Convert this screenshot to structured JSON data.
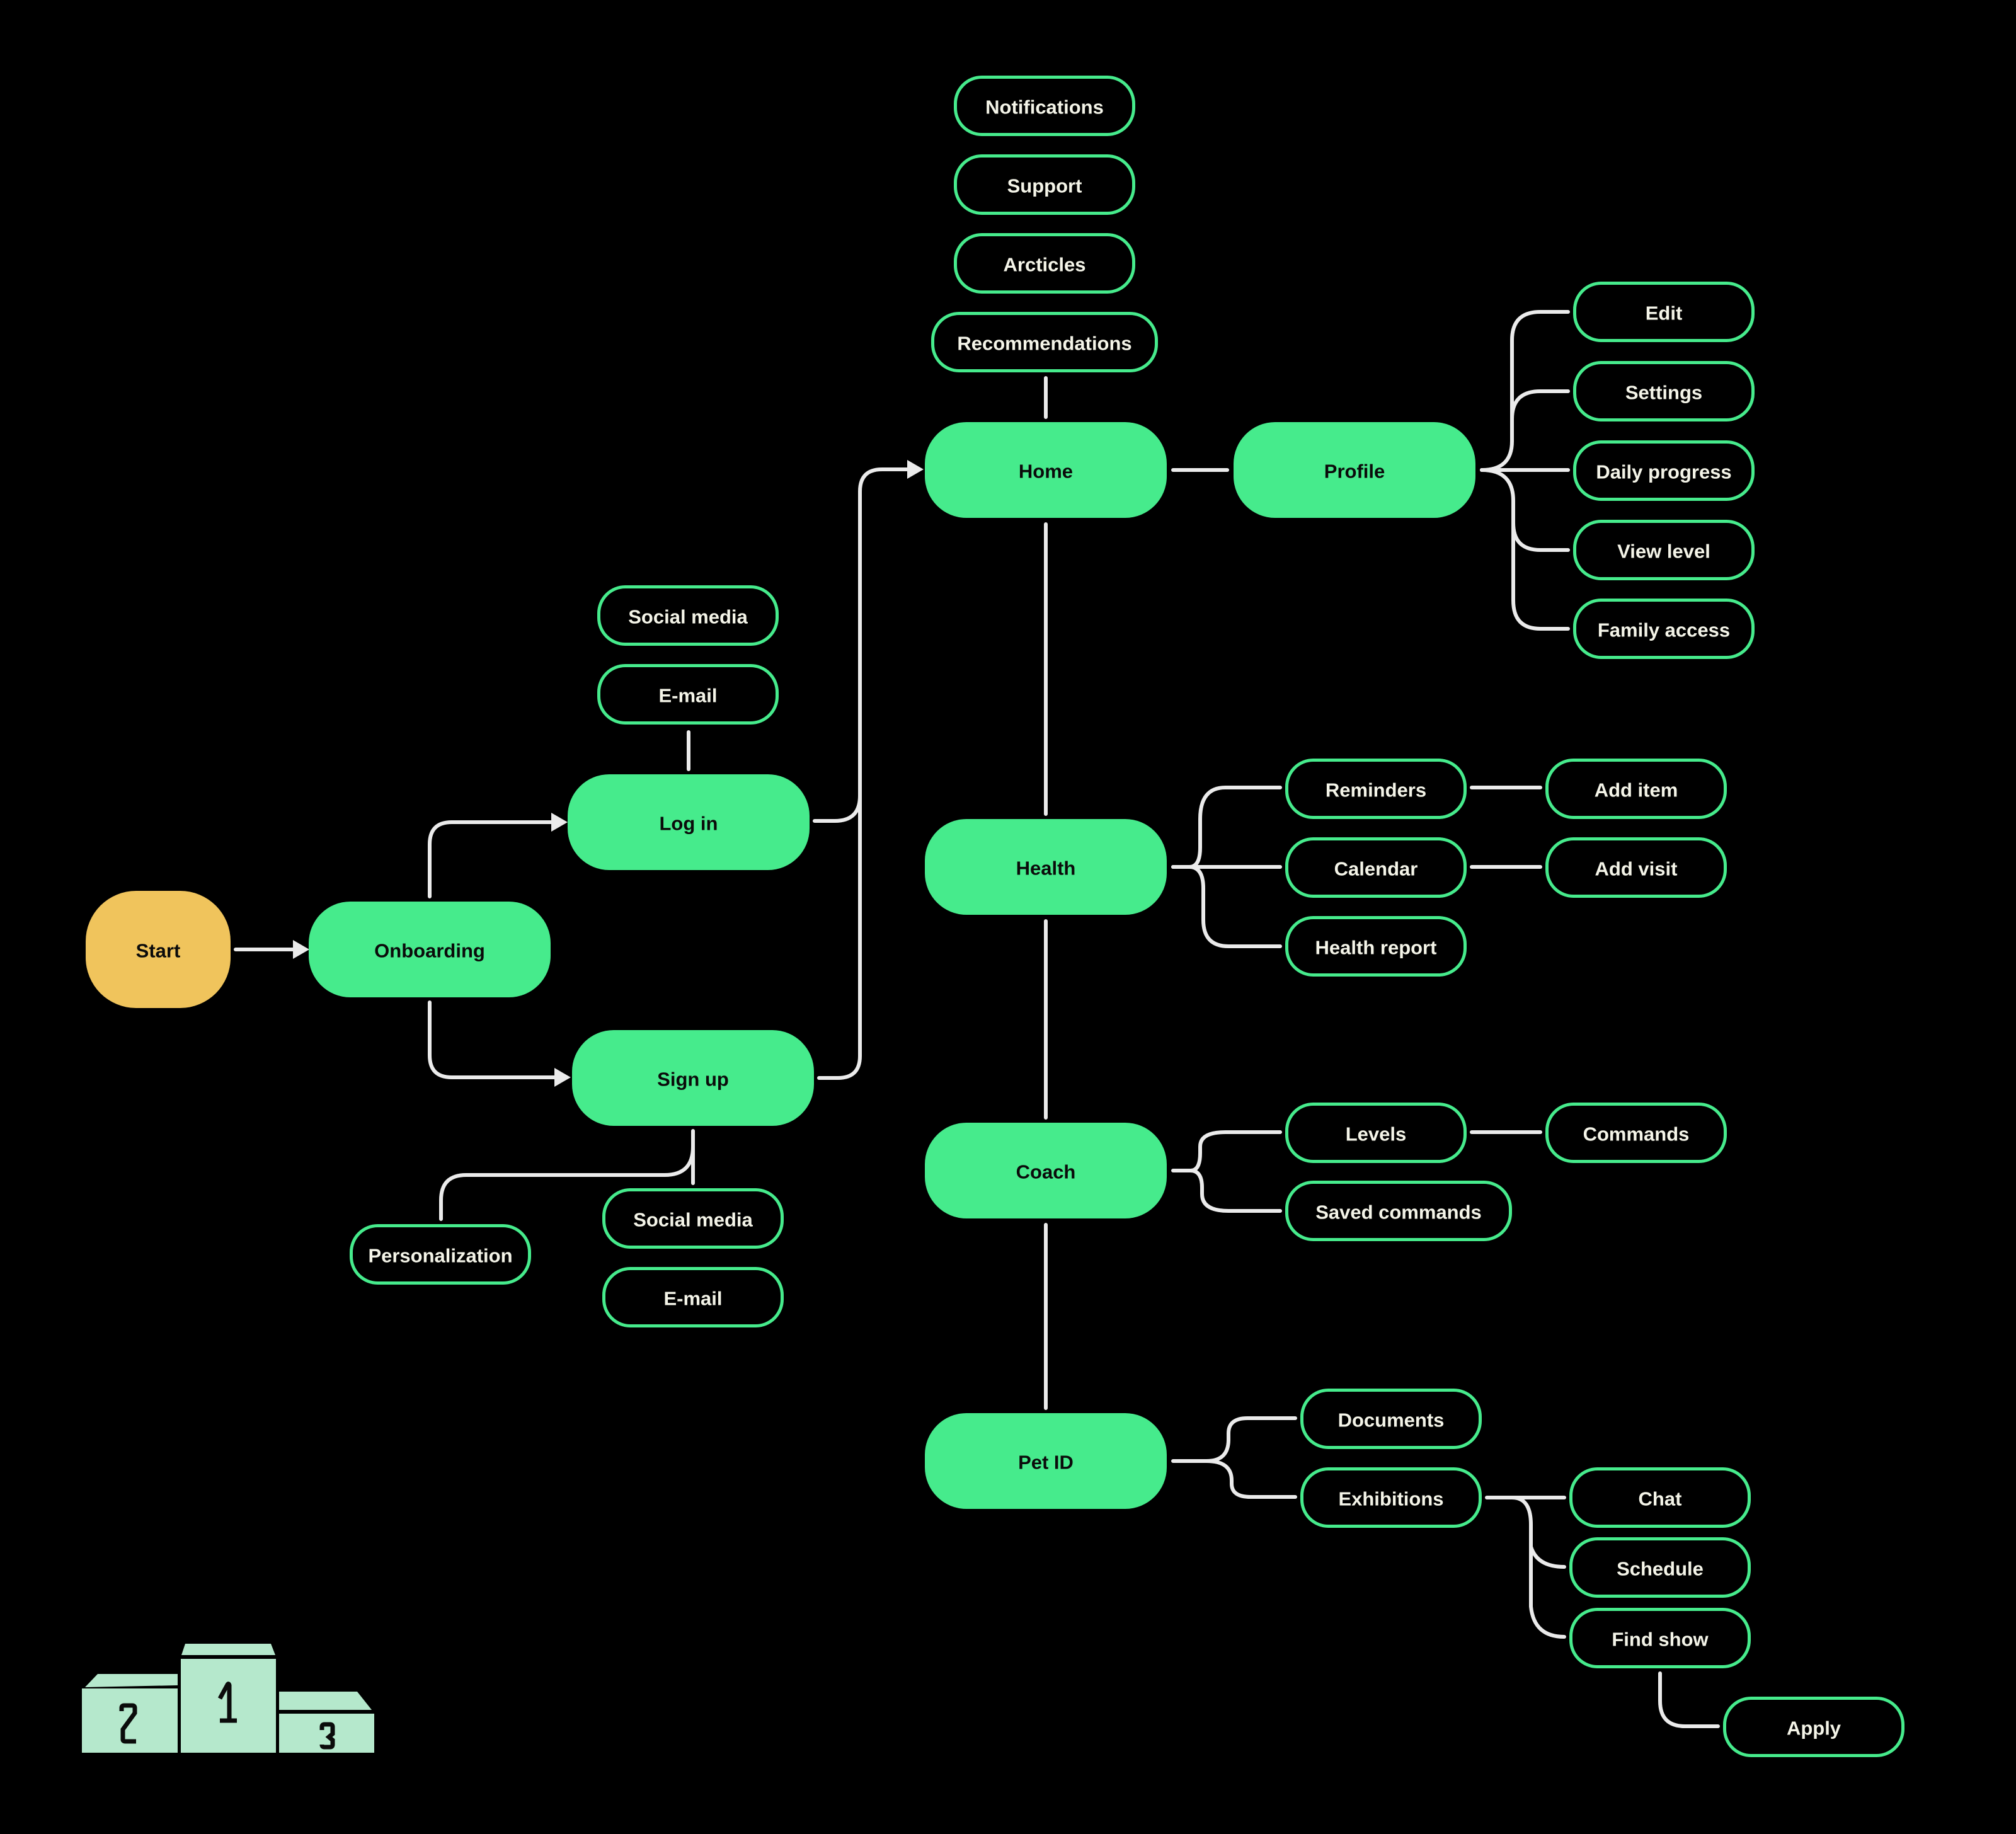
{
  "colors": {
    "background": "#000000",
    "start_fill": "#F0C45C",
    "primary_fill": "#46EB8C",
    "secondary_stroke": "#46EB8C",
    "connector": "#EBEBEB",
    "primary_text": "#0B0B0B",
    "secondary_text": "#F4F4E8",
    "podium_fill": "#B5E8CC"
  },
  "flow": {
    "start": {
      "id": "start",
      "label": "Start",
      "type": "start"
    },
    "onboarding": {
      "id": "onboarding",
      "label": "Onboarding",
      "type": "primary"
    },
    "auth": [
      {
        "id": "login",
        "label": "Log in",
        "type": "primary",
        "options": [
          {
            "id": "login-social-media",
            "label": "Social media"
          },
          {
            "id": "login-email",
            "label": "E-mail"
          }
        ]
      },
      {
        "id": "signup",
        "label": "Sign up",
        "type": "primary",
        "options": [
          {
            "id": "signup-social-media",
            "label": "Social media"
          },
          {
            "id": "signup-email",
            "label": "E-mail"
          },
          {
            "id": "personalization",
            "label": "Personalization"
          }
        ]
      }
    ],
    "main_sections": [
      {
        "id": "home",
        "label": "Home",
        "top_items": [
          {
            "id": "notifications",
            "label": "Notifications"
          },
          {
            "id": "support",
            "label": "Support"
          },
          {
            "id": "articles",
            "label": "Arcticles"
          },
          {
            "id": "recommendations",
            "label": "Recommendations"
          }
        ],
        "linked": {
          "id": "profile",
          "label": "Profile",
          "children": [
            {
              "id": "edit",
              "label": "Edit"
            },
            {
              "id": "settings",
              "label": "Settings"
            },
            {
              "id": "daily-progress",
              "label": "Daily progress"
            },
            {
              "id": "view-level",
              "label": "View level"
            },
            {
              "id": "family-access",
              "label": "Family access"
            }
          ]
        }
      },
      {
        "id": "health",
        "label": "Health",
        "children": [
          {
            "id": "reminders",
            "label": "Reminders",
            "children": [
              {
                "id": "add-item",
                "label": "Add item"
              }
            ]
          },
          {
            "id": "calendar",
            "label": "Calendar",
            "children": [
              {
                "id": "add-visit",
                "label": "Add visit"
              }
            ]
          },
          {
            "id": "health-report",
            "label": "Health report"
          }
        ]
      },
      {
        "id": "coach",
        "label": "Coach",
        "children": [
          {
            "id": "levels",
            "label": "Levels",
            "children": [
              {
                "id": "commands",
                "label": "Commands"
              }
            ]
          },
          {
            "id": "saved-commands",
            "label": "Saved commands"
          }
        ]
      },
      {
        "id": "pet-id",
        "label": "Pet ID",
        "children": [
          {
            "id": "documents",
            "label": "Documents"
          },
          {
            "id": "exhibitions",
            "label": "Exhibitions",
            "children": [
              {
                "id": "chat",
                "label": "Chat"
              },
              {
                "id": "schedule",
                "label": "Schedule"
              },
              {
                "id": "find-show",
                "label": "Find show",
                "children": [
                  {
                    "id": "apply",
                    "label": "Apply"
                  }
                ]
              }
            ]
          }
        ]
      }
    ]
  },
  "podium_icon": {
    "name": "podium-icon",
    "places": [
      "2",
      "1",
      "3"
    ]
  }
}
